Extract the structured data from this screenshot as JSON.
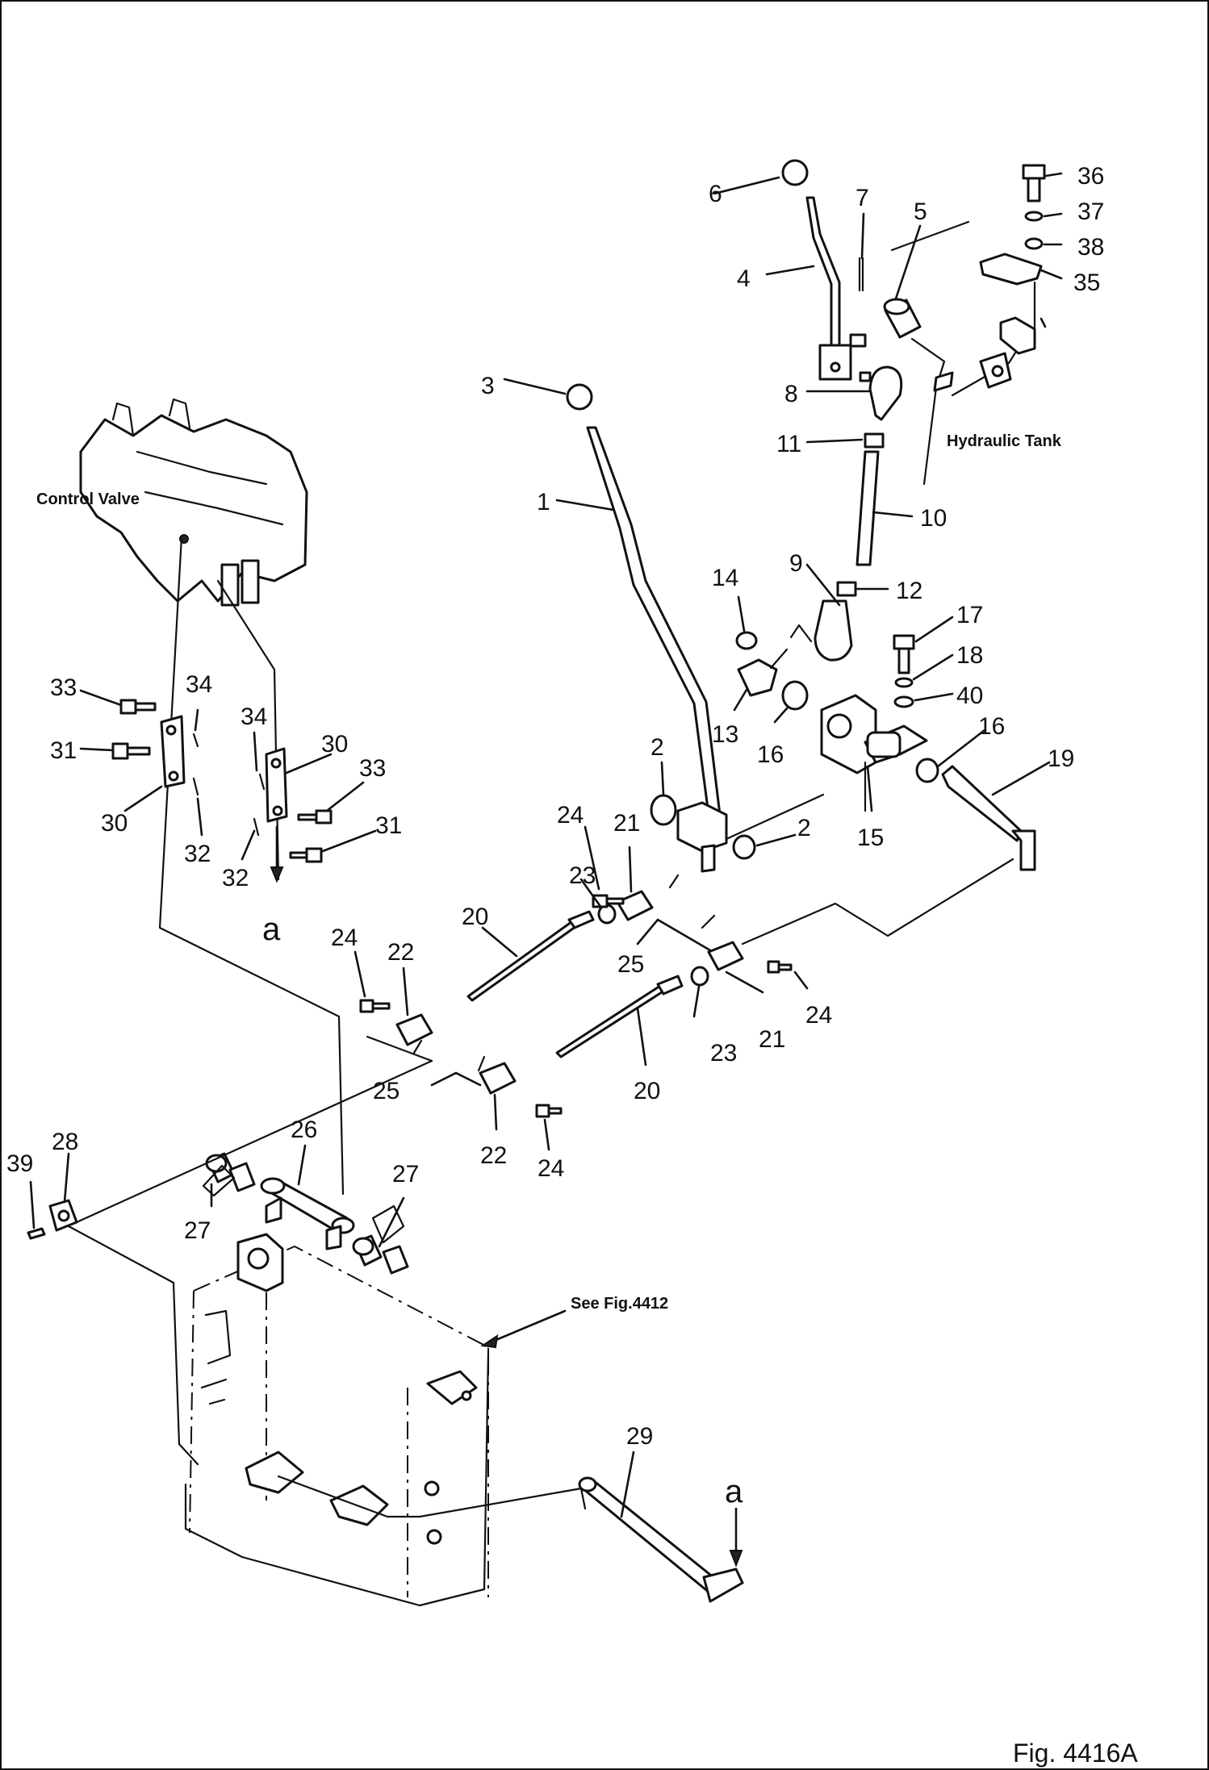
{
  "labels": {
    "control_valve": "Control Valve",
    "hydraulic_tank": "Hydraulic Tank",
    "see_fig": "See Fig.4412",
    "figure_number": "Fig. 4416A",
    "ref_a": "a"
  },
  "callouts": [
    {
      "id": "c1",
      "text": "1"
    },
    {
      "id": "c2a",
      "text": "2"
    },
    {
      "id": "c2b",
      "text": "2"
    },
    {
      "id": "c3",
      "text": "3"
    },
    {
      "id": "c4",
      "text": "4"
    },
    {
      "id": "c5",
      "text": "5"
    },
    {
      "id": "c6",
      "text": "6"
    },
    {
      "id": "c7",
      "text": "7"
    },
    {
      "id": "c8",
      "text": "8"
    },
    {
      "id": "c9",
      "text": "9"
    },
    {
      "id": "c10",
      "text": "10"
    },
    {
      "id": "c11",
      "text": "11"
    },
    {
      "id": "c12",
      "text": "12"
    },
    {
      "id": "c13",
      "text": "13"
    },
    {
      "id": "c14",
      "text": "14"
    },
    {
      "id": "c15",
      "text": "15"
    },
    {
      "id": "c16a",
      "text": "16"
    },
    {
      "id": "c16b",
      "text": "16"
    },
    {
      "id": "c17",
      "text": "17"
    },
    {
      "id": "c18",
      "text": "18"
    },
    {
      "id": "c19",
      "text": "19"
    },
    {
      "id": "c20a",
      "text": "20"
    },
    {
      "id": "c20b",
      "text": "20"
    },
    {
      "id": "c21a",
      "text": "21"
    },
    {
      "id": "c21b",
      "text": "21"
    },
    {
      "id": "c22a",
      "text": "22"
    },
    {
      "id": "c22b",
      "text": "22"
    },
    {
      "id": "c23a",
      "text": "23"
    },
    {
      "id": "c23b",
      "text": "23"
    },
    {
      "id": "c24a",
      "text": "24"
    },
    {
      "id": "c24b",
      "text": "24"
    },
    {
      "id": "c24c",
      "text": "24"
    },
    {
      "id": "c24d",
      "text": "24"
    },
    {
      "id": "c25a",
      "text": "25"
    },
    {
      "id": "c25b",
      "text": "25"
    },
    {
      "id": "c26",
      "text": "26"
    },
    {
      "id": "c27a",
      "text": "27"
    },
    {
      "id": "c27b",
      "text": "27"
    },
    {
      "id": "c28",
      "text": "28"
    },
    {
      "id": "c29",
      "text": "29"
    },
    {
      "id": "c30a",
      "text": "30"
    },
    {
      "id": "c30b",
      "text": "30"
    },
    {
      "id": "c31a",
      "text": "31"
    },
    {
      "id": "c31b",
      "text": "31"
    },
    {
      "id": "c32a",
      "text": "32"
    },
    {
      "id": "c32b",
      "text": "32"
    },
    {
      "id": "c33a",
      "text": "33"
    },
    {
      "id": "c33b",
      "text": "33"
    },
    {
      "id": "c34a",
      "text": "34"
    },
    {
      "id": "c34b",
      "text": "34"
    },
    {
      "id": "c35",
      "text": "35"
    },
    {
      "id": "c36",
      "text": "36"
    },
    {
      "id": "c37",
      "text": "37"
    },
    {
      "id": "c38",
      "text": "38"
    },
    {
      "id": "c39",
      "text": "39"
    },
    {
      "id": "c40",
      "text": "40"
    }
  ]
}
